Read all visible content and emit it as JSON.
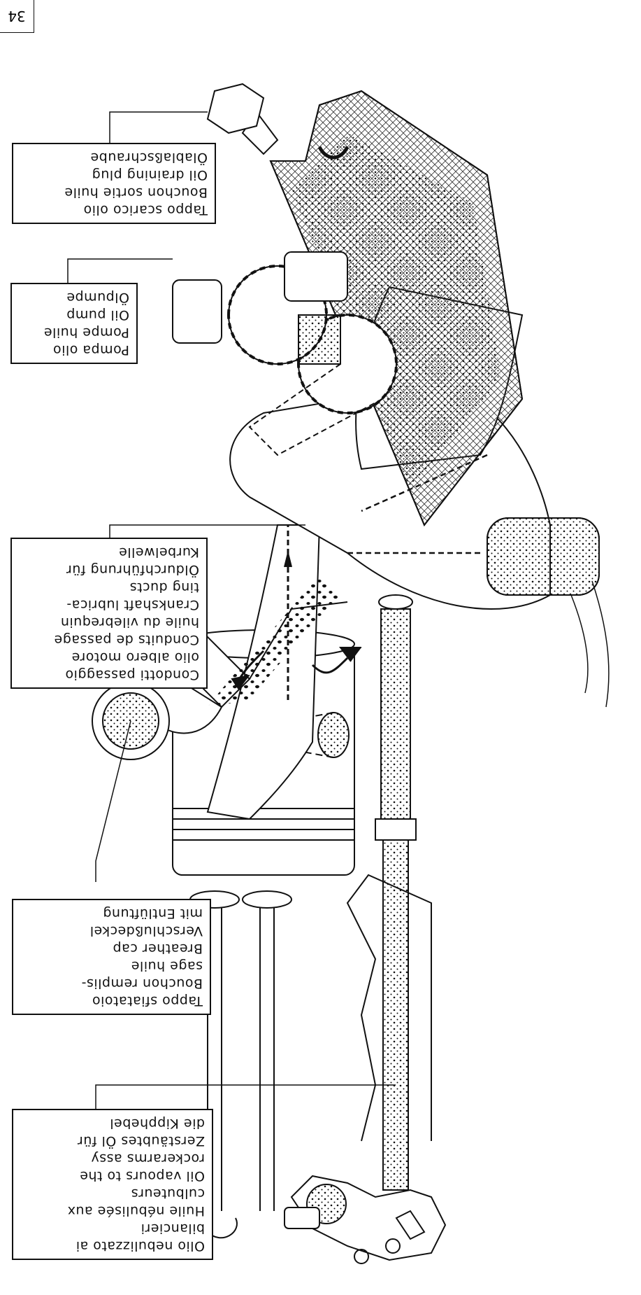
{
  "page": {
    "number": "34"
  },
  "callouts": {
    "drain_plug": [
      "Tappo scarico olio",
      "Bouchon sortie huile",
      "Oil draining plug",
      "Ölablaßschraube"
    ],
    "oil_pump": [
      "Pompa olio",
      "Pompe huile",
      "Oil pump",
      "Ölpumpe"
    ],
    "crank_ducts": [
      "Condotti passaggio",
      "olio albero motore",
      "Conduits de passage",
      "huile du vilebrequin",
      "Crankshaft lubrica-",
      "ting ducts",
      "Öldurchführung für",
      "Kurbelwelle"
    ],
    "breather": [
      "Tappo sfiatatoio",
      "Bouchon remplis-",
      "sage huile",
      "Breather cap",
      "Verschlußdeckel",
      "mit Entlüftung"
    ],
    "rockers": [
      "Olio nebulizzato ai",
      "bilancieri",
      "Huile nébulisée aux",
      "culbuteurs",
      "Oil vapours to the",
      "rockerarms assy",
      "Zerstäubtes Öl für",
      "die Kipphebel"
    ]
  }
}
